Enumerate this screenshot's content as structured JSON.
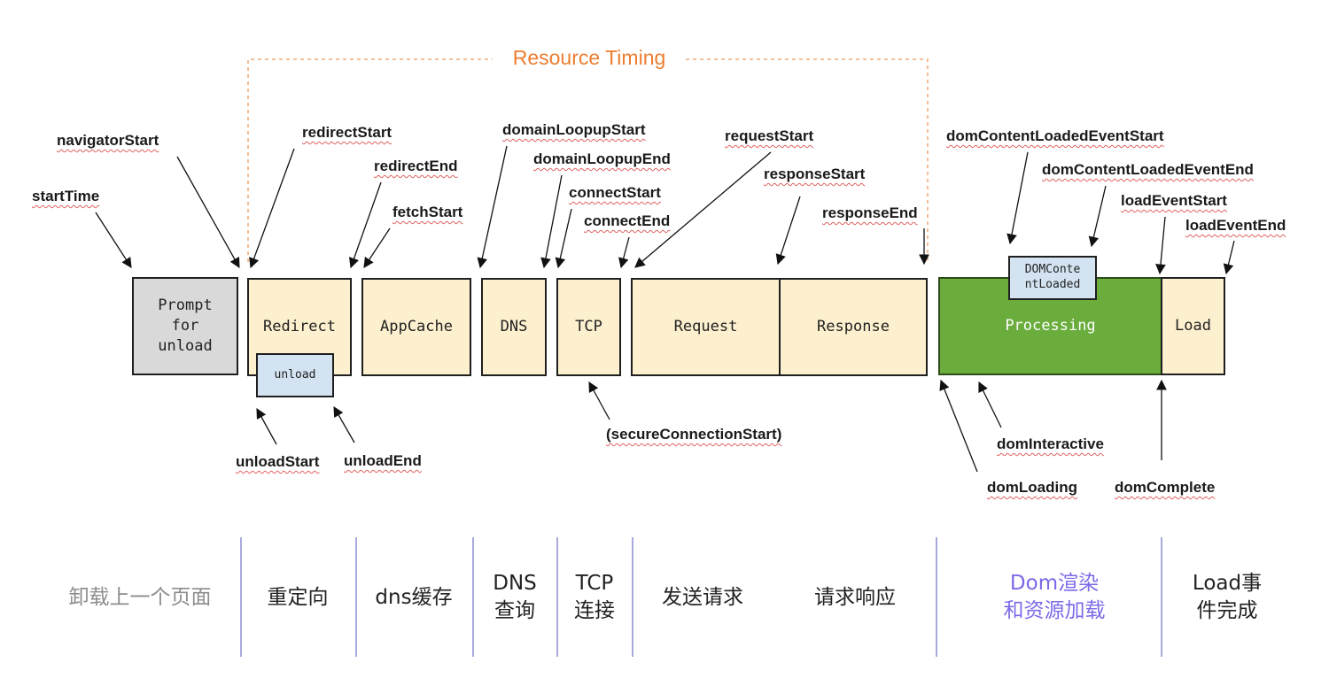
{
  "resource_timing_title": "Resource Timing",
  "phase_boxes": [
    {
      "id": "prompt",
      "label": "Prompt\nfor\nunload",
      "style": "gray"
    },
    {
      "id": "redirect",
      "label": "Redirect",
      "style": "cream"
    },
    {
      "id": "appcache",
      "label": "AppCache",
      "style": "cream"
    },
    {
      "id": "dns",
      "label": "DNS",
      "style": "cream"
    },
    {
      "id": "tcp",
      "label": "TCP",
      "style": "cream"
    },
    {
      "id": "request",
      "label": "Request",
      "style": "cream"
    },
    {
      "id": "response",
      "label": "Response",
      "style": "cream"
    },
    {
      "id": "processing",
      "label": "Processing",
      "style": "green"
    },
    {
      "id": "load",
      "label": "Load",
      "style": "cream"
    }
  ],
  "sub_boxes": {
    "unload": "unload",
    "domcontentloaded": "DOMConte\nntLoaded"
  },
  "event_labels": {
    "startTime": "startTime",
    "navigatorStart": "navigatorStart",
    "redirectStart": "redirectStart",
    "redirectEnd": "redirectEnd",
    "fetchStart": "fetchStart",
    "domainLoopupStart": "domainLoopupStart",
    "domainLoopupEnd": "domainLoopupEnd",
    "connectStart": "connectStart",
    "connectEnd": "connectEnd",
    "requestStart": "requestStart",
    "responseStart": "responseStart",
    "responseEnd": "responseEnd",
    "domContentLoadedEventStart": "domContentLoadedEventStart",
    "domContentLoadedEventEnd": "domContentLoadedEventEnd",
    "loadEventStart": "loadEventStart",
    "loadEventEnd": "loadEventEnd",
    "unloadStart": "unloadStart",
    "unloadEnd": "unloadEnd",
    "secureConnectionStart": "(secureConnectionStart)",
    "domInteractive": "domInteractive",
    "domLoading": "domLoading",
    "domComplete": "domComplete"
  },
  "categories": {
    "unload_page": "卸载上一个页面",
    "redirect": "重定向",
    "dns_cache": "dns缓存",
    "dns_lookup": "DNS\n查询",
    "tcp_connect": "TCP\n连接",
    "send_request": "发送请求",
    "request_response": "请求响应",
    "dom_render": "Dom渲染\n和资源加载",
    "load_event": "Load事\n件完成"
  },
  "colors": {
    "resource_timing_accent": "#ed7d31",
    "processing_green": "#6aad3d",
    "phase_cream": "#fdf0cf",
    "prompt_gray": "#d9d9d9",
    "subbox_blue": "#d3e3f1",
    "category_purple": "#7a6ae8",
    "category_gray": "#8c8c8c"
  }
}
